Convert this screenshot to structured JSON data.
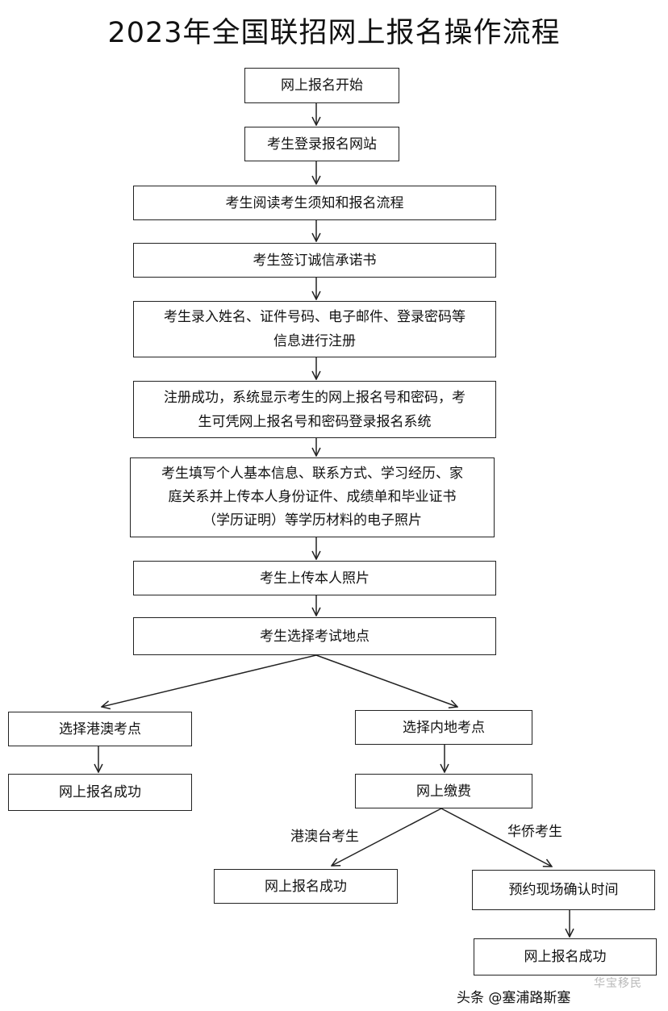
{
  "title": "2023年全国联招网上报名操作流程",
  "steps": {
    "start": "网上报名开始",
    "login": "考生登录报名网站",
    "read": "考生阅读考生须知和报名流程",
    "sign": "考生签订诚信承诺书",
    "register": "考生录入姓名、证件号码、电子邮件、登录密码等\n信息进行注册",
    "success_reg": "注册成功，系统显示考生的网上报名号和密码，考\n生可凭网上报名号和密码登录报名系统",
    "fill": "考生填写个人基本信息、联系方式、学习经历、家\n庭关系并上传本人身份证件、成绩单和毕业证书\n（学历证明）等学历材料的电子照片",
    "photo": "考生上传本人照片",
    "choose_site": "考生选择考试地点",
    "hk_macao": "选择港澳考点",
    "hk_success": "网上报名成功",
    "mainland": "选择内地考点",
    "pay": "网上缴费",
    "hmt_success": "网上报名成功",
    "appointment": "预约现场确认时间",
    "final_success": "网上报名成功"
  },
  "branch_labels": {
    "hmt": "港澳台考生",
    "overseas": "华侨考生"
  },
  "footer": "头条 @塞浦路斯塞",
  "watermark_stamp": "华宝移民"
}
